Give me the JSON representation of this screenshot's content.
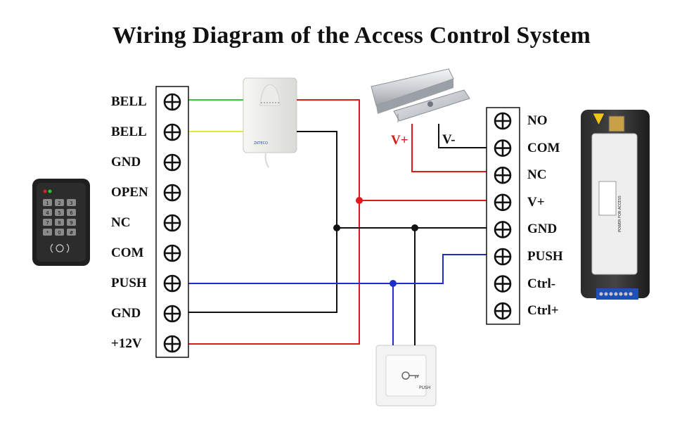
{
  "title": "Wiring Diagram of the Access Control System",
  "left_terminal": {
    "labels": [
      "BELL",
      "BELL",
      "GND",
      "OPEN",
      "NC",
      "COM",
      "PUSH",
      "GND",
      "+12V"
    ]
  },
  "right_terminal": {
    "labels": [
      "NO",
      "COM",
      "NC",
      "V+",
      "GND",
      "PUSH",
      "Ctrl-",
      "Ctrl+"
    ]
  },
  "lock": {
    "vplus_label": "V+",
    "vminus_label": "V-"
  },
  "exit_button": {
    "text": "PUSH"
  },
  "doorbell": {
    "brand": "ZKTECO"
  },
  "keypad": {
    "keys": [
      "1",
      "2",
      "3",
      "4",
      "5",
      "6",
      "7",
      "8",
      "9",
      "*",
      "0",
      "#"
    ]
  },
  "power_supply": {
    "label": "POWER FOR ACCESS"
  },
  "colors": {
    "red_wire": "#e01a1a",
    "black_wire": "#111111",
    "blue_wire": "#1d2fc4",
    "green_wire": "#3cc43c",
    "yellow_wire": "#e8e83a"
  }
}
